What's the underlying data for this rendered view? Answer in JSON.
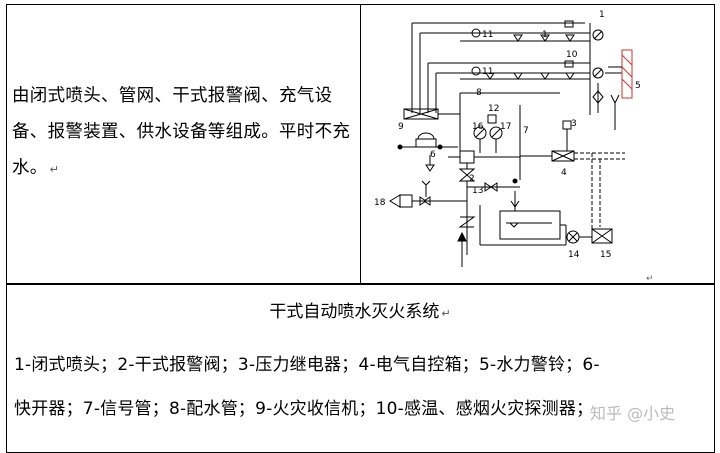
{
  "left_cell": {
    "description": "由闭式喷头、管网、干式报警阀、充气设备、报警装置、供水设备等组成。平时不充水。",
    "return_mark": "↵"
  },
  "diagram": {
    "labels": [
      "1",
      "2",
      "3",
      "4",
      "5",
      "6",
      "7",
      "8",
      "9",
      "10",
      "11",
      "12",
      "13",
      "14",
      "15",
      "16",
      "17",
      "18",
      "11",
      "1"
    ]
  },
  "bottom_cell": {
    "caption": "干式自动喷水灭火系统",
    "return_mark": "↵",
    "legend_line1": "1-闭式喷头；2-干式报警阀；3-压力继电器；4-电气自控箱；5-水力警铃；6-",
    "legend_line2": "快开器；7-信号管；8-配水管；9-火灾收信机；10-感温、感烟火灾探测器；",
    "watermark": "知乎 @小史"
  }
}
